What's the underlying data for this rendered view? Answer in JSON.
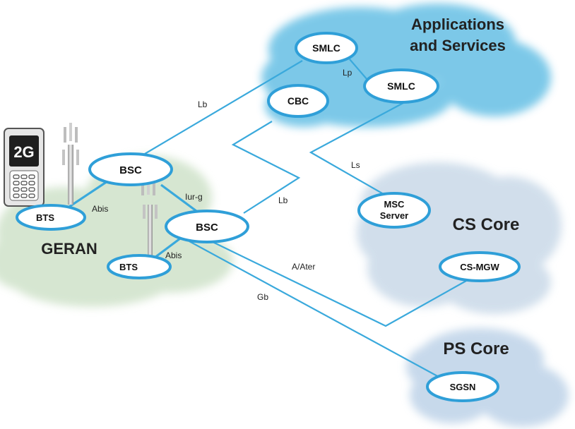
{
  "colors": {
    "link": "#3aa9dc",
    "node_ring": "#2f9fd8",
    "node_fill": "#ffffff",
    "cloud_apps": "#6ec3e6",
    "cloud_cs": "#c9d9e8",
    "cloud_ps": "#bed3e8",
    "cloud_geran": "#cfe2c9"
  },
  "clouds": {
    "apps": "Applications\nand Services",
    "cs": "CS Core",
    "ps": "PS Core",
    "geran": "GERAN"
  },
  "nodes": {
    "smlc_top": "SMLC",
    "smlc_right": "SMLC",
    "cbc": "CBC",
    "bsc_top": "BSC",
    "bsc_main": "BSC",
    "bts_left": "BTS",
    "bts_bottom": "BTS",
    "msc_server": "MSC\nServer",
    "cs_mgw": "CS-MGW",
    "sgsn": "SGSN"
  },
  "links": {
    "lb_upper": "Lb",
    "lp": "Lp",
    "ls": "Ls",
    "lb_lower": "Lb",
    "iur_g": "Iur-g",
    "abis_upper": "Abis",
    "abis_lower": "Abis",
    "a_ater": "A/Ater",
    "gb": "Gb"
  },
  "phone": {
    "badge": "2G",
    "icon": "mobile-phone-icon"
  },
  "icons": {
    "antenna": "antenna-tower-icon"
  }
}
